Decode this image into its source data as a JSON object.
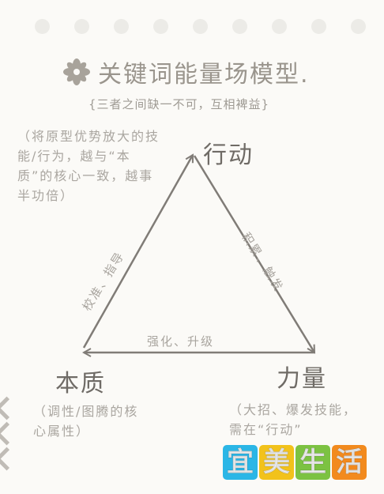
{
  "header": {
    "title": "关键词能量场模型.",
    "subtitle": "{三者之间缺一不可，互相裨益}"
  },
  "nodes": {
    "top": "行动",
    "left": "本质",
    "right": "力量"
  },
  "edges": {
    "left_to_top": "校准、指导",
    "top_to_right": "积累、触发",
    "right_to_left": "强化、升级"
  },
  "notes": {
    "top_left": "（将原型优势放大的技能/行为，越与“本质”的核心一致，越事半功倍）",
    "bottom_left": "（调性/图腾的核心属性）",
    "bottom_right": "（大招、爆发技能，需在“行动”"
  },
  "watermark": {
    "chars": [
      "宜",
      "美",
      "生",
      "活"
    ],
    "colors": [
      "#2bb6e6",
      "#f2c21b",
      "#7cc242",
      "#f28a1e"
    ]
  },
  "colors": {
    "line": "#807c77",
    "hole": "#ecebe7",
    "flower": "#a8a39b"
  }
}
